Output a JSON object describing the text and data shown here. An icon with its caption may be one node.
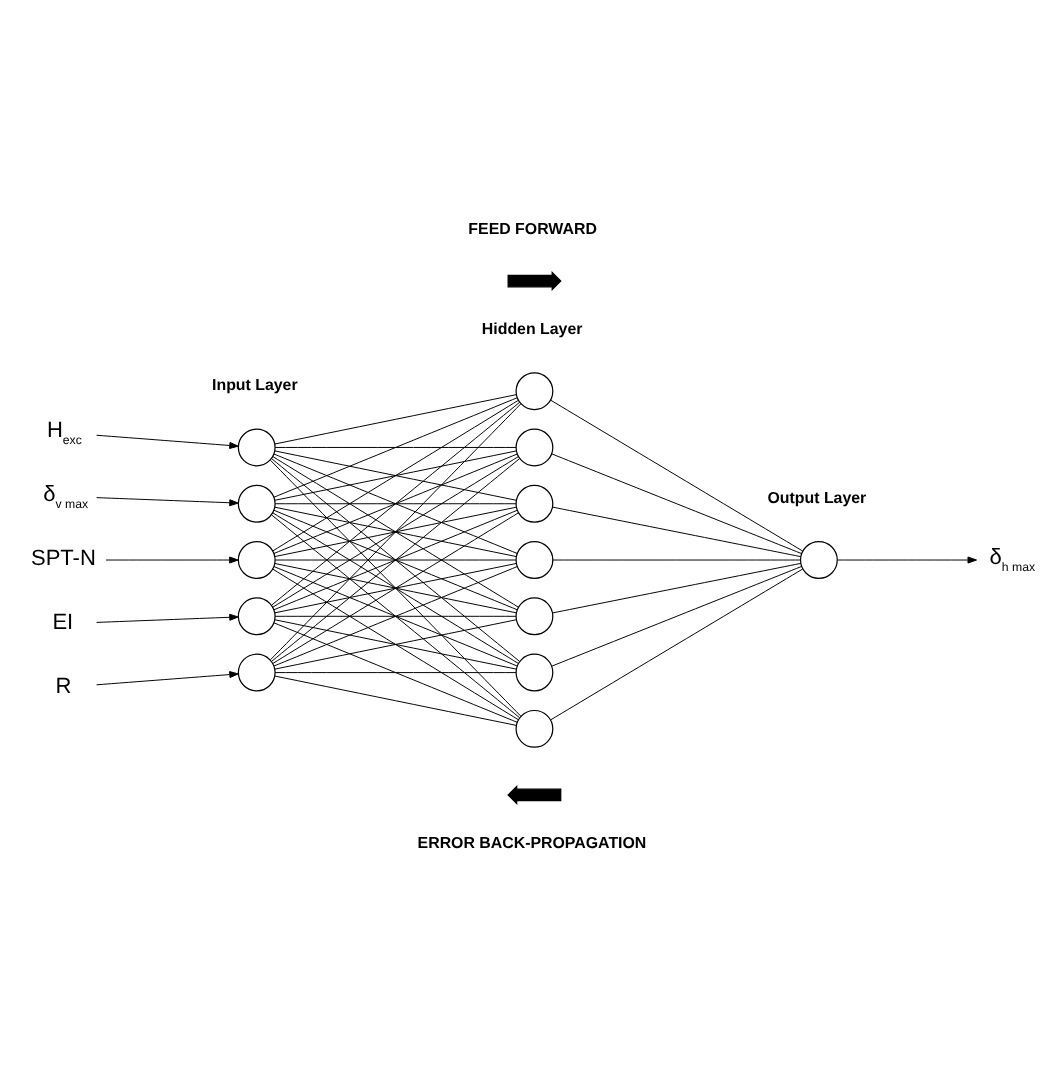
{
  "diagram": {
    "nodes": [
      {
        "text": [
          "H$_{exc}$"
        ]
      },
      {
        "text": [
          "δ$_{v max}$"
        ]
      },
      {
        "text": [
          "SPT-N"
        ]
      },
      {
        "text": [
          "EI"
        ]
      },
      {
        "text": [
          "R"
        ]
      },
      {
        "text": [],
        "shape": "circle"
      },
      {
        "text": [],
        "shape": "circle"
      },
      {
        "text": [],
        "shape": "circle"
      },
      {
        "text": [],
        "shape": "circle"
      },
      {
        "text": [],
        "shape": "circle"
      },
      {
        "text": [],
        "shape": "circle"
      },
      {
        "text": [],
        "shape": "circle"
      },
      {
        "text": [],
        "shape": "circle"
      },
      {
        "text": [],
        "shape": "circle"
      },
      {
        "text": [],
        "shape": "circle"
      },
      {
        "text": [],
        "shape": "circle"
      },
      {
        "text": [],
        "shape": "circle"
      },
      {
        "text": [],
        "shape": "circle"
      },
      {
        "text": [
          "δ$_{h max}$"
        ]
      }
    ],
    "edges": [
      {
        "from": 0,
        "to": 5,
        "arrow": "to"
      },
      {
        "from": 1,
        "to": 6,
        "arrow": "to"
      },
      {
        "from": 2,
        "to": 7,
        "arrow": "to"
      },
      {
        "from": 3,
        "to": 8,
        "arrow": "to"
      },
      {
        "from": 4,
        "to": 9,
        "arrow": "to"
      },
      {
        "from": 5,
        "to": 10,
        "arrow": "none"
      },
      {
        "from": 5,
        "to": 11,
        "arrow": "none"
      },
      {
        "from": 5,
        "to": 12,
        "arrow": "none"
      },
      {
        "from": 5,
        "to": 13,
        "arrow": "none"
      },
      {
        "from": 5,
        "to": 14,
        "arrow": "none"
      },
      {
        "from": 5,
        "to": 15,
        "arrow": "none"
      },
      {
        "from": 5,
        "to": 16,
        "arrow": "none"
      },
      {
        "from": 6,
        "to": 10,
        "arrow": "none"
      },
      {
        "from": 6,
        "to": 11,
        "arrow": "none"
      },
      {
        "from": 6,
        "to": 12,
        "arrow": "none"
      },
      {
        "from": 6,
        "to": 13,
        "arrow": "none"
      },
      {
        "from": 6,
        "to": 14,
        "arrow": "none"
      },
      {
        "from": 6,
        "to": 15,
        "arrow": "none"
      },
      {
        "from": 6,
        "to": 16,
        "arrow": "none"
      },
      {
        "from": 7,
        "to": 10,
        "arrow": "none"
      },
      {
        "from": 7,
        "to": 11,
        "arrow": "none"
      },
      {
        "from": 7,
        "to": 12,
        "arrow": "none"
      },
      {
        "from": 7,
        "to": 13,
        "arrow": "none"
      },
      {
        "from": 7,
        "to": 14,
        "arrow": "none"
      },
      {
        "from": 7,
        "to": 15,
        "arrow": "none"
      },
      {
        "from": 7,
        "to": 16,
        "arrow": "none"
      },
      {
        "from": 8,
        "to": 10,
        "arrow": "none"
      },
      {
        "from": 8,
        "to": 11,
        "arrow": "none"
      },
      {
        "from": 8,
        "to": 12,
        "arrow": "none"
      },
      {
        "from": 8,
        "to": 13,
        "arrow": "none"
      },
      {
        "from": 8,
        "to": 14,
        "arrow": "none"
      },
      {
        "from": 8,
        "to": 15,
        "arrow": "none"
      },
      {
        "from": 8,
        "to": 16,
        "arrow": "none"
      },
      {
        "from": 9,
        "to": 10,
        "arrow": "none"
      },
      {
        "from": 9,
        "to": 11,
        "arrow": "none"
      },
      {
        "from": 9,
        "to": 12,
        "arrow": "none"
      },
      {
        "from": 9,
        "to": 13,
        "arrow": "none"
      },
      {
        "from": 9,
        "to": 14,
        "arrow": "none"
      },
      {
        "from": 9,
        "to": 15,
        "arrow": "none"
      },
      {
        "from": 9,
        "to": 16,
        "arrow": "none"
      },
      {
        "from": 10,
        "to": 17,
        "arrow": "none"
      },
      {
        "from": 11,
        "to": 17,
        "arrow": "none"
      },
      {
        "from": 12,
        "to": 17,
        "arrow": "none"
      },
      {
        "from": 13,
        "to": 17,
        "arrow": "none"
      },
      {
        "from": 14,
        "to": 17,
        "arrow": "none"
      },
      {
        "from": 15,
        "to": 17,
        "arrow": "none"
      },
      {
        "from": 16,
        "to": 17,
        "arrow": "none"
      },
      {
        "from": 17,
        "to": 18,
        "arrow": "to"
      }
    ],
    "labels": [
      "FEED FORWARD",
      "Input Layer",
      "Hidden Layer",
      "Output Layer",
      "ERROR BACK-PROPAGATION"
    ]
  }
}
